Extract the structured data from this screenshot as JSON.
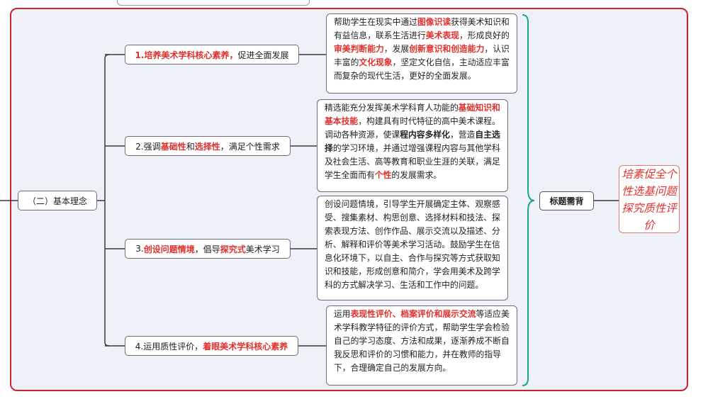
{
  "root": {
    "label": "（二）基本理念"
  },
  "branches": [
    {
      "label": {
        "pre": "",
        "h1": "1.培养美术学科核心素养，",
        "mid": "促进全面发展",
        "h2": "",
        "post": ""
      },
      "desc": {
        "t1": "帮助学生在现实中通过",
        "r1": "图像识读",
        "t2": "获得美术知识和有益信息，联系生活进行",
        "r2": "美术表现",
        "t3": "，形成良好的",
        "r3": "审美判断能力",
        "t4": "，发展",
        "r4": "创新意识和创造能力",
        "t5": "，认识丰富的",
        "r5": "文化现象",
        "t6": "，坚定文化自信，主动适应丰富而复杂的现代生活，更好的全面发展。"
      }
    },
    {
      "label": {
        "pre": "2.强调",
        "h1": "基础性",
        "mid": "和",
        "h2": "选择性",
        "post": "，满足个性需求"
      },
      "desc": {
        "t1": "精选能充分发挥美术学科育人功能的",
        "r1": "基础知识和基本技能",
        "t2": "，构建具有时代特征的高中美术课程。调动各种资源，使课",
        "b1": "程内容多样化",
        "t3": "，营造",
        "b2": "自主选择",
        "t4": "的学习环境，并通过增强课程内容与其他学科及社会生活、高等教育和职业生涯的关联，满足学生全面而有",
        "r2": "个性",
        "t5": "的发展需求。"
      }
    },
    {
      "label": {
        "pre": "3.",
        "h1": "创设问题情境",
        "mid": "，倡导",
        "h2": "探究式",
        "post": "美术学习"
      },
      "desc": {
        "t1": "创设问题情境，引导学生开展确定主体、观察感受、搜集素材、构思创意、选择材料和技法、探索表现方法、创作作品、展示交流以及描述、分析、解释和评价等美术学习活动。鼓励学生在信息化环境下，以自主、合作与探究等方式获取知识和技能，形成创意和简介，学会用美术及跨学科的方式解决学习、生活和工作中的问题。"
      }
    },
    {
      "label": {
        "pre": "4.运用质性评价，",
        "h1": "着眼美术学科核心素养",
        "mid": "",
        "h2": "",
        "post": ""
      },
      "desc": {
        "t1": "运用",
        "r1": "表现性评价、档案评价和展示交流",
        "t2": "等适应美术学科教学特征的评价方式，帮助学生学会检验自己的学习态度、方法和成果，逐渐养成不断自我反思和评价的习惯和能力，并在教师的指导下，合理确定自己的发展方向。"
      }
    }
  ],
  "summary": {
    "label": "标题需背"
  },
  "note": {
    "text": "培素促全个性选基问题探究质性评价"
  },
  "colors": {
    "highlight": "#e0312d",
    "frame": "#c8242b",
    "brace": "#1aa68a",
    "background": "#eef2f8"
  }
}
